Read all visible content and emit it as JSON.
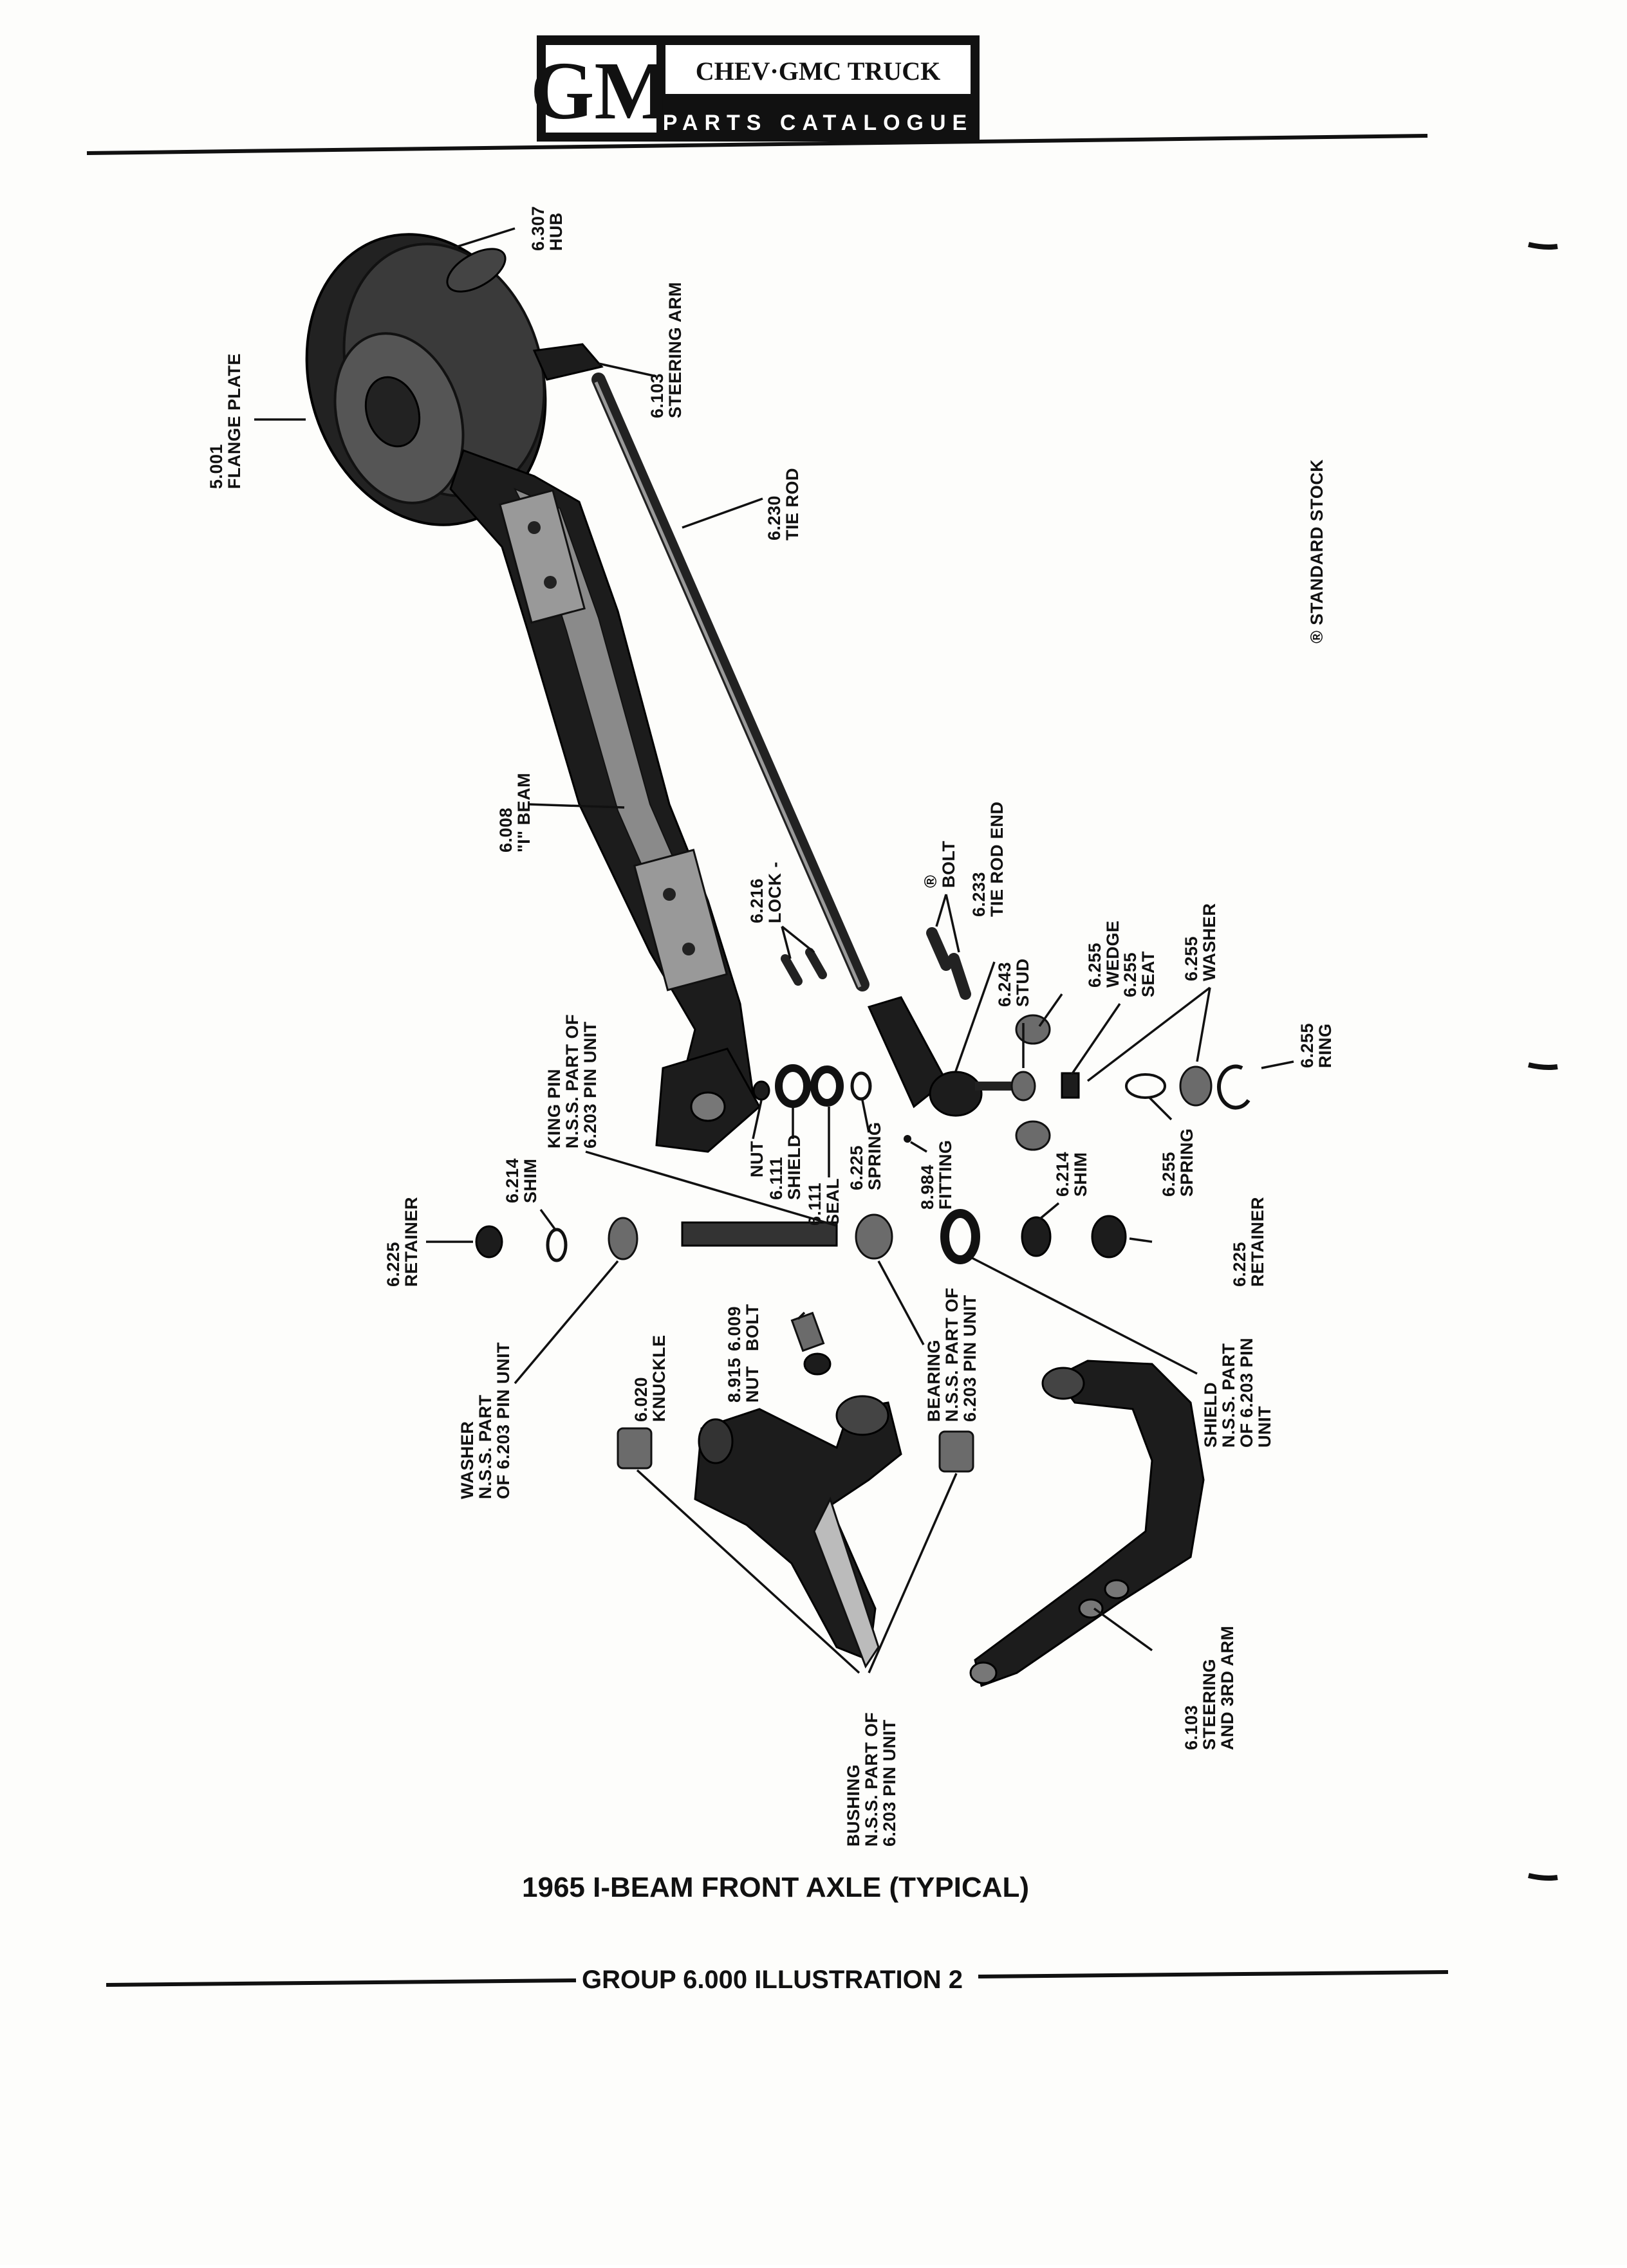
{
  "header": {
    "logo": "GM",
    "title": "CHEV·GMC TRUCK",
    "subtitle": "PARTS CATALOGUE"
  },
  "side_note": "® STANDARD STOCK",
  "caption": "1965 I-BEAM FRONT AXLE (TYPICAL)",
  "footer": "GROUP 6.000 ILLUSTRATION 2",
  "labels": {
    "hub": [
      "6.307",
      "HUB"
    ],
    "steering_arm": [
      "6.103",
      "STEERING ARM"
    ],
    "flange_plate": [
      "5.001",
      "FLANGE PLATE"
    ],
    "tie_rod": [
      "6.230",
      "TIE ROD"
    ],
    "i_beam": [
      "6.008",
      "\"I\" BEAM"
    ],
    "lock": [
      "6.216",
      "LOCK -"
    ],
    "bolt_top": [
      "®",
      "BOLT"
    ],
    "tie_rod_end": [
      "6.233",
      "TIE ROD END"
    ],
    "stud": [
      "6.243",
      "STUD"
    ],
    "wedge": [
      "6.255",
      "WEDGE"
    ],
    "seat": [
      "6.255",
      "SEAT"
    ],
    "washer_top": [
      "6.255",
      "WASHER"
    ],
    "ring": [
      "6.255",
      "RING"
    ],
    "king_pin": [
      "KING PIN",
      "N.S.S. PART OF",
      "6.203 PIN UNIT"
    ],
    "shim_left": [
      "6.214",
      "SHIM"
    ],
    "retainer_left": [
      "6.225",
      "RETAINER"
    ],
    "nut_top": [
      "NUT"
    ],
    "shield_111": [
      "6.111",
      "SHIELD"
    ],
    "seal": [
      "6.111",
      "SEAL"
    ],
    "spring_225": [
      "6.225",
      "SPRING"
    ],
    "fitting": [
      "8.984",
      "FITTING"
    ],
    "shim_right": [
      "6.214",
      "SHIM"
    ],
    "spring_255": [
      "6.255",
      "SPRING"
    ],
    "retainer_right": [
      "6.225",
      "RETAINER"
    ],
    "washer_pin": [
      "WASHER",
      "N.S.S. PART",
      "OF 6.203 PIN UNIT"
    ],
    "knuckle": [
      "6.020",
      "KNUCKLE"
    ],
    "nut_915": [
      "8.915",
      "NUT"
    ],
    "bolt_009": [
      "6.009",
      "BOLT"
    ],
    "bearing": [
      "BEARING",
      "N.S.S. PART OF",
      "6.203 PIN UNIT"
    ],
    "shield_pin": [
      "SHIELD",
      "N.S.S. PART",
      "OF 6.203 PIN",
      "UNIT"
    ],
    "bushing": [
      "BUSHING",
      "N.S.S. PART OF",
      "6.203 PIN UNIT"
    ],
    "third_arm": [
      "6.103",
      "STEERING",
      "AND 3RD ARM"
    ]
  }
}
